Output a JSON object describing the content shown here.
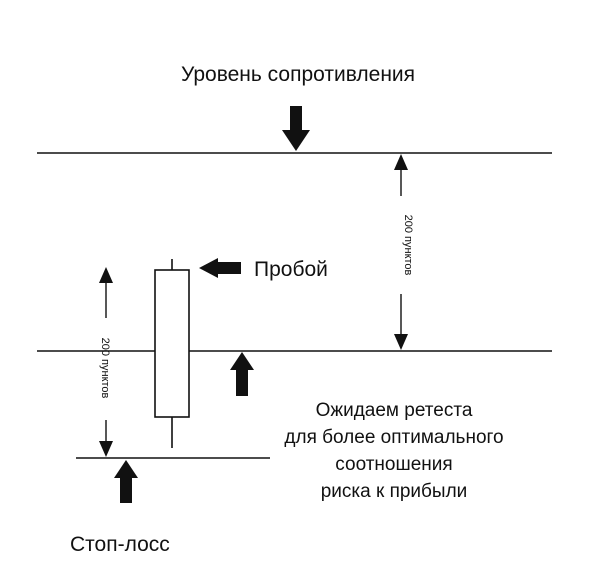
{
  "labels": {
    "resistance": "Уровень сопротивления",
    "breakout": "Пробой",
    "stop_loss": "Стоп-лосс",
    "distance_right": "200 пунктов",
    "distance_left": "200 пунктов",
    "retest": [
      "Ожидаем ретеста",
      "для более оптимального",
      "соотношения",
      "риска к прибыли"
    ]
  },
  "colors": {
    "line": "#111111",
    "background": "#ffffff"
  }
}
